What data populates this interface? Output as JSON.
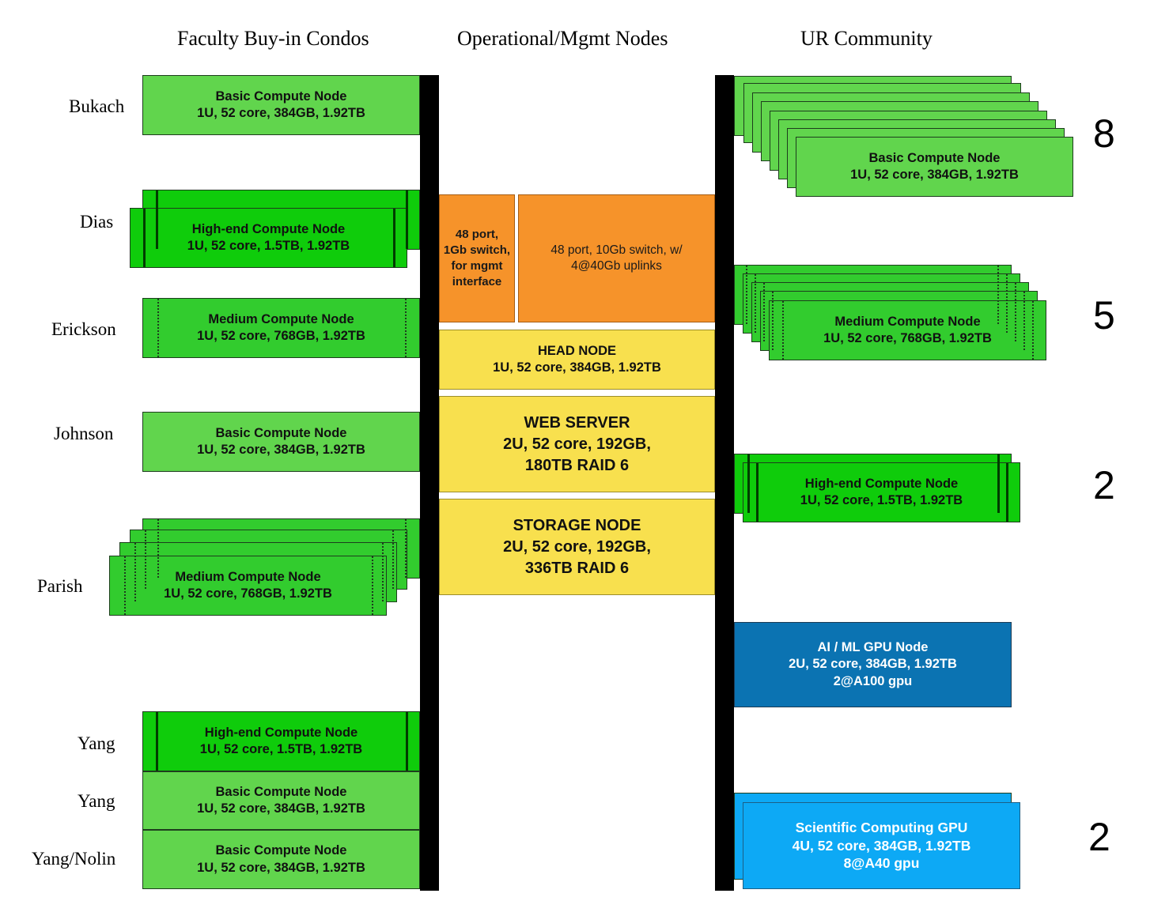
{
  "headers": {
    "faculty": "Faculty Buy-in Condos",
    "operational": "Operational/Mgmt Nodes",
    "community": "UR Community"
  },
  "owners": {
    "bukach": "Bukach",
    "dias": "Dias",
    "erickson": "Erickson",
    "johnson": "Johnson",
    "parish": "Parish",
    "yang1": "Yang",
    "yang2": "Yang",
    "yang_nolin": "Yang/Nolin"
  },
  "node_types": {
    "basic": {
      "name": "Basic Compute Node",
      "spec": "1U, 52 core, 384GB, 1.92TB"
    },
    "medium": {
      "name": "Medium Compute Node",
      "spec": "1U, 52 core, 768GB, 1.92TB"
    },
    "high": {
      "name": "High-end Compute Node",
      "spec": "1U, 52 core, 1.5TB, 1.92TB"
    }
  },
  "mgmt": {
    "switch_1gb": [
      "48 port,",
      "1Gb switch,",
      "for mgmt",
      "interface"
    ],
    "switch_10gb": [
      "48 port, 10Gb switch, w/",
      "4@40Gb uplinks"
    ],
    "head": {
      "name": "HEAD NODE",
      "spec": "1U, 52 core, 384GB, 1.92TB"
    },
    "web": {
      "name": "WEB SERVER",
      "spec": "2U, 52 core, 192GB,",
      "storage": "180TB RAID 6"
    },
    "storage": {
      "name": "STORAGE NODE",
      "spec": "2U, 52 core, 192GB,",
      "storage": "336TB RAID 6"
    }
  },
  "community": {
    "ai_gpu": {
      "name": "AI / ML GPU Node",
      "spec": "2U, 52 core, 384GB, 1.92TB",
      "gpu": "2@A100 gpu"
    },
    "sci_gpu": {
      "name": "Scientific Computing GPU",
      "spec": "4U, 52 core, 384GB, 1.92TB",
      "gpu": "8@A40 gpu"
    }
  },
  "counts": {
    "basic": "8",
    "medium": "5",
    "high": "2",
    "sci_gpu": "2"
  },
  "colors": {
    "basic": "#61d54d",
    "medium": "#32cc2e",
    "high": "#0fcc0b",
    "switch": "#f6932a",
    "server": "#f8e04e",
    "ai_gpu": "#0b73b2",
    "sci_gpu": "#0da9f5",
    "backbone": "#000000"
  }
}
